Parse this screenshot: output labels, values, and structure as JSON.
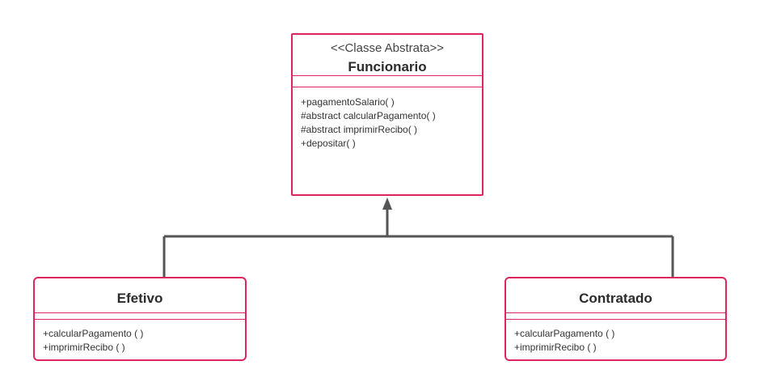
{
  "diagram": {
    "colors": {
      "class_border": "#e0245e",
      "connector": "#555555",
      "background": "#ffffff"
    },
    "parent": {
      "stereotype": "<<Classe Abstrata>>",
      "name": "Funcionario",
      "methods": [
        "+pagamentoSalario( )",
        "#abstract calcularPagamento( )",
        "#abstract imprimirRecibo( )",
        "+depositar( )"
      ]
    },
    "children": [
      {
        "name": "Efetivo",
        "methods": [
          "+calcularPagamento ( )",
          "+imprimirRecibo ( )"
        ]
      },
      {
        "name": "Contratado",
        "methods": [
          "+calcularPagamento ( )",
          "+imprimirRecibo ( )"
        ]
      }
    ]
  }
}
